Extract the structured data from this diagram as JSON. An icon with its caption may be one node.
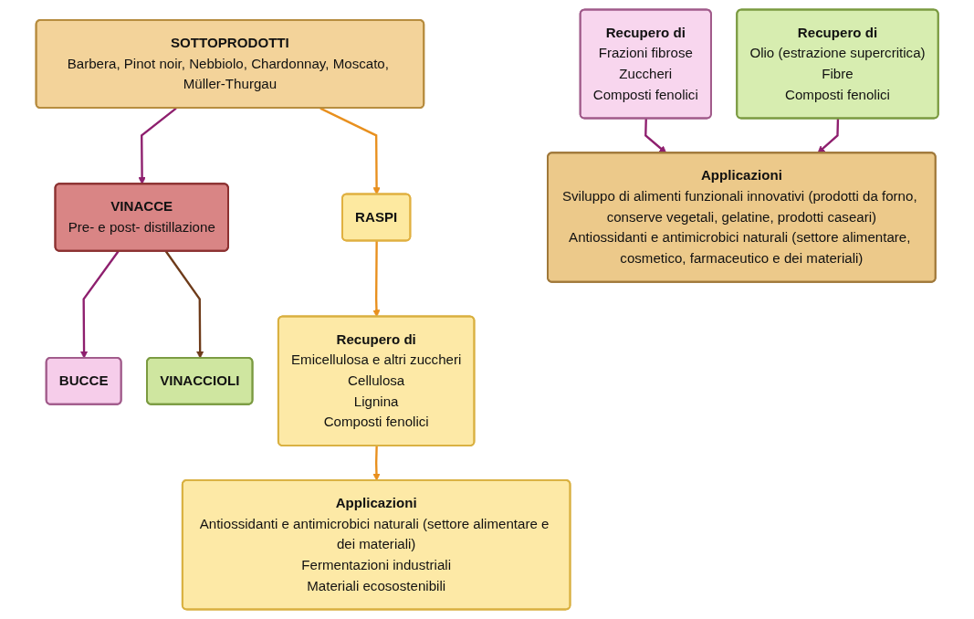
{
  "diagram": {
    "nodes": [
      {
        "text": [
          "SOTTOPRODOTTI",
          "Barbera, Pinot noir, Nebbiolo, Chardonnay, Moscato, Müller-Thurgau"
        ]
      },
      {
        "text": [
          "RASPI"
        ]
      },
      {
        "text": [
          "VINACCE",
          "Pre- e post- distillazione"
        ]
      },
      {
        "text": [
          "BUCCE"
        ]
      },
      {
        "text": [
          "VINACCIOLI"
        ]
      },
      {
        "text": [
          "Recupero di",
          "Emicellulosa e altri zuccheri",
          "Cellulosa",
          "Lignina",
          "Composti fenolici"
        ]
      },
      {
        "text": [
          "Recupero di",
          "Frazioni fibrose",
          "Zuccheri",
          "Composti fenolici"
        ]
      },
      {
        "text": [
          "Recupero di",
          "Olio (estrazione supercritica)",
          "Fibre",
          "Composti fenolici"
        ]
      },
      {
        "text": [
          "Applicazioni",
          "Antiossidanti e antimicrobici naturali (settore alimentare e dei materiali)",
          "Fermentazioni industriali",
          "Materiali ecosostenibili"
        ]
      },
      {
        "text": [
          "Applicazioni",
          "Sviluppo di alimenti funzionali innovativi (prodotti da forno, conserve vegetali, gelatine, prodotti caseari)",
          "Antiossidanti e antimicrobici naturali (settore alimentare, cosmetico, farmaceutico e dei materiali)"
        ]
      }
    ],
    "edges": [
      {
        "from": 0,
        "to": 1,
        "arrow": "to",
        "color": "#e8901e"
      },
      {
        "from": 0,
        "to": 2,
        "arrow": "to"
      },
      {
        "from": 2,
        "to": 3,
        "arrow": "to"
      },
      {
        "from": 2,
        "to": 4,
        "arrow": "to",
        "color": "#6e3b1a"
      },
      {
        "from": 1,
        "to": 5,
        "arrow": "to",
        "color": "#e8901e"
      },
      {
        "from": 5,
        "to": 8,
        "arrow": "to",
        "color": "#e8901e"
      },
      {
        "from": 6,
        "to": 9,
        "arrow": "to"
      },
      {
        "from": 7,
        "to": 9,
        "arrow": "to"
      }
    ]
  }
}
